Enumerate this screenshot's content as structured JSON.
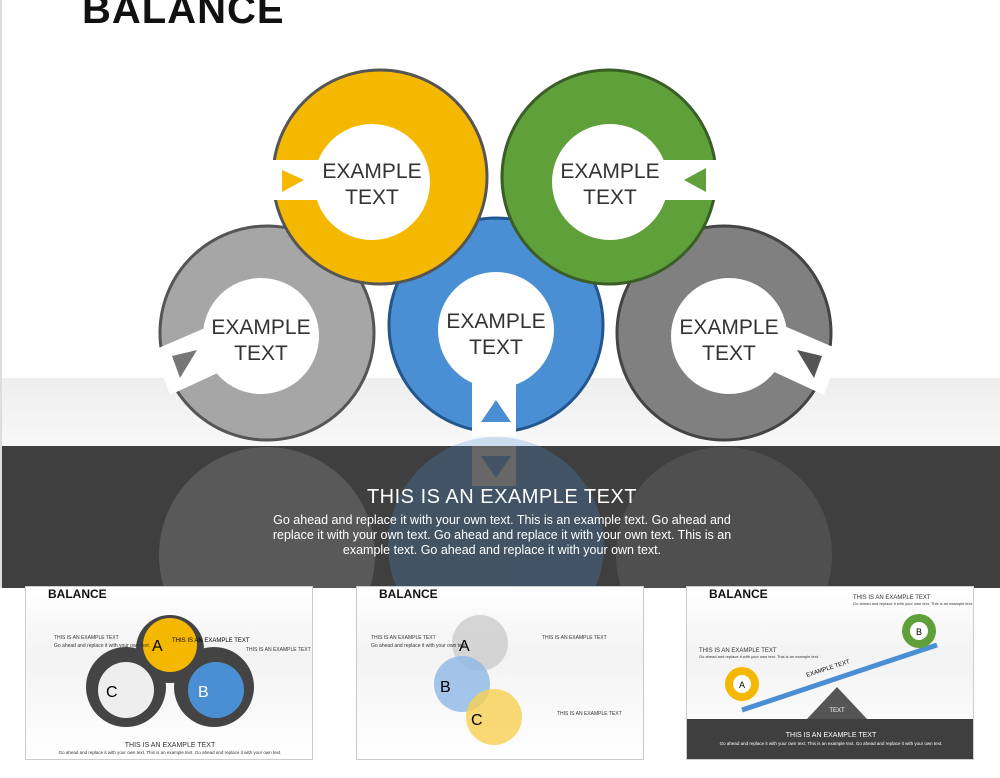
{
  "main": {
    "title": "BALANCE",
    "circles": [
      {
        "label_line1": "EXAMPLE",
        "label_line2": "TEXT",
        "color": "#f5b800"
      },
      {
        "label_line1": "EXAMPLE",
        "label_line2": "TEXT",
        "color": "#5fa03a"
      },
      {
        "label_line1": "EXAMPLE",
        "label_line2": "TEXT",
        "color": "#a6a6a6"
      },
      {
        "label_line1": "EXAMPLE",
        "label_line2": "TEXT",
        "color": "#4a8fd4"
      },
      {
        "label_line1": "EXAMPLE",
        "label_line2": "TEXT",
        "color": "#808080"
      }
    ],
    "caption_title": "THIS IS AN EXAMPLE TEXT",
    "caption_body": "Go ahead and replace it with your own text. This is an example text. Go ahead and replace it with your own text. Go ahead and replace it with your own text. This is an example text. Go ahead and replace it with your own text."
  },
  "thumbnails": [
    {
      "title": "BALANCE",
      "letters": [
        "A",
        "B",
        "C"
      ],
      "circle_text": "THIS IS AN EXAMPLE TEXT",
      "side_title": "THIS IS AN EXAMPLE TEXT",
      "side_body": "Go ahead and replace it with your own text.",
      "caption_title": "THIS IS AN EXAMPLE TEXT",
      "caption_body": "Go ahead and replace it with your own text. This is an example text. Go ahead and replace it with your own text."
    },
    {
      "title": "BALANCE",
      "letters": [
        "A",
        "B",
        "C"
      ],
      "circle_text": "THIS IS AN EXAMPLE TEXT",
      "side_title": "THIS IS AN EXAMPLE TEXT",
      "side_body": "Go ahead and replace it with your own text."
    },
    {
      "title": "BALANCE",
      "letters": [
        "A",
        "B"
      ],
      "side_title": "THIS IS AN EXAMPLE TEXT",
      "side_body": "Go ahead and replace it with your own text. This is an example text.",
      "beam_text": "EXAMPLE TEXT",
      "fulcrum_text": "TEXT",
      "caption_title": "THIS IS AN EXAMPLE TEXT",
      "caption_body": "Go ahead and replace it with your own text. This is an example text. Go ahead and replace it with your own text."
    }
  ]
}
